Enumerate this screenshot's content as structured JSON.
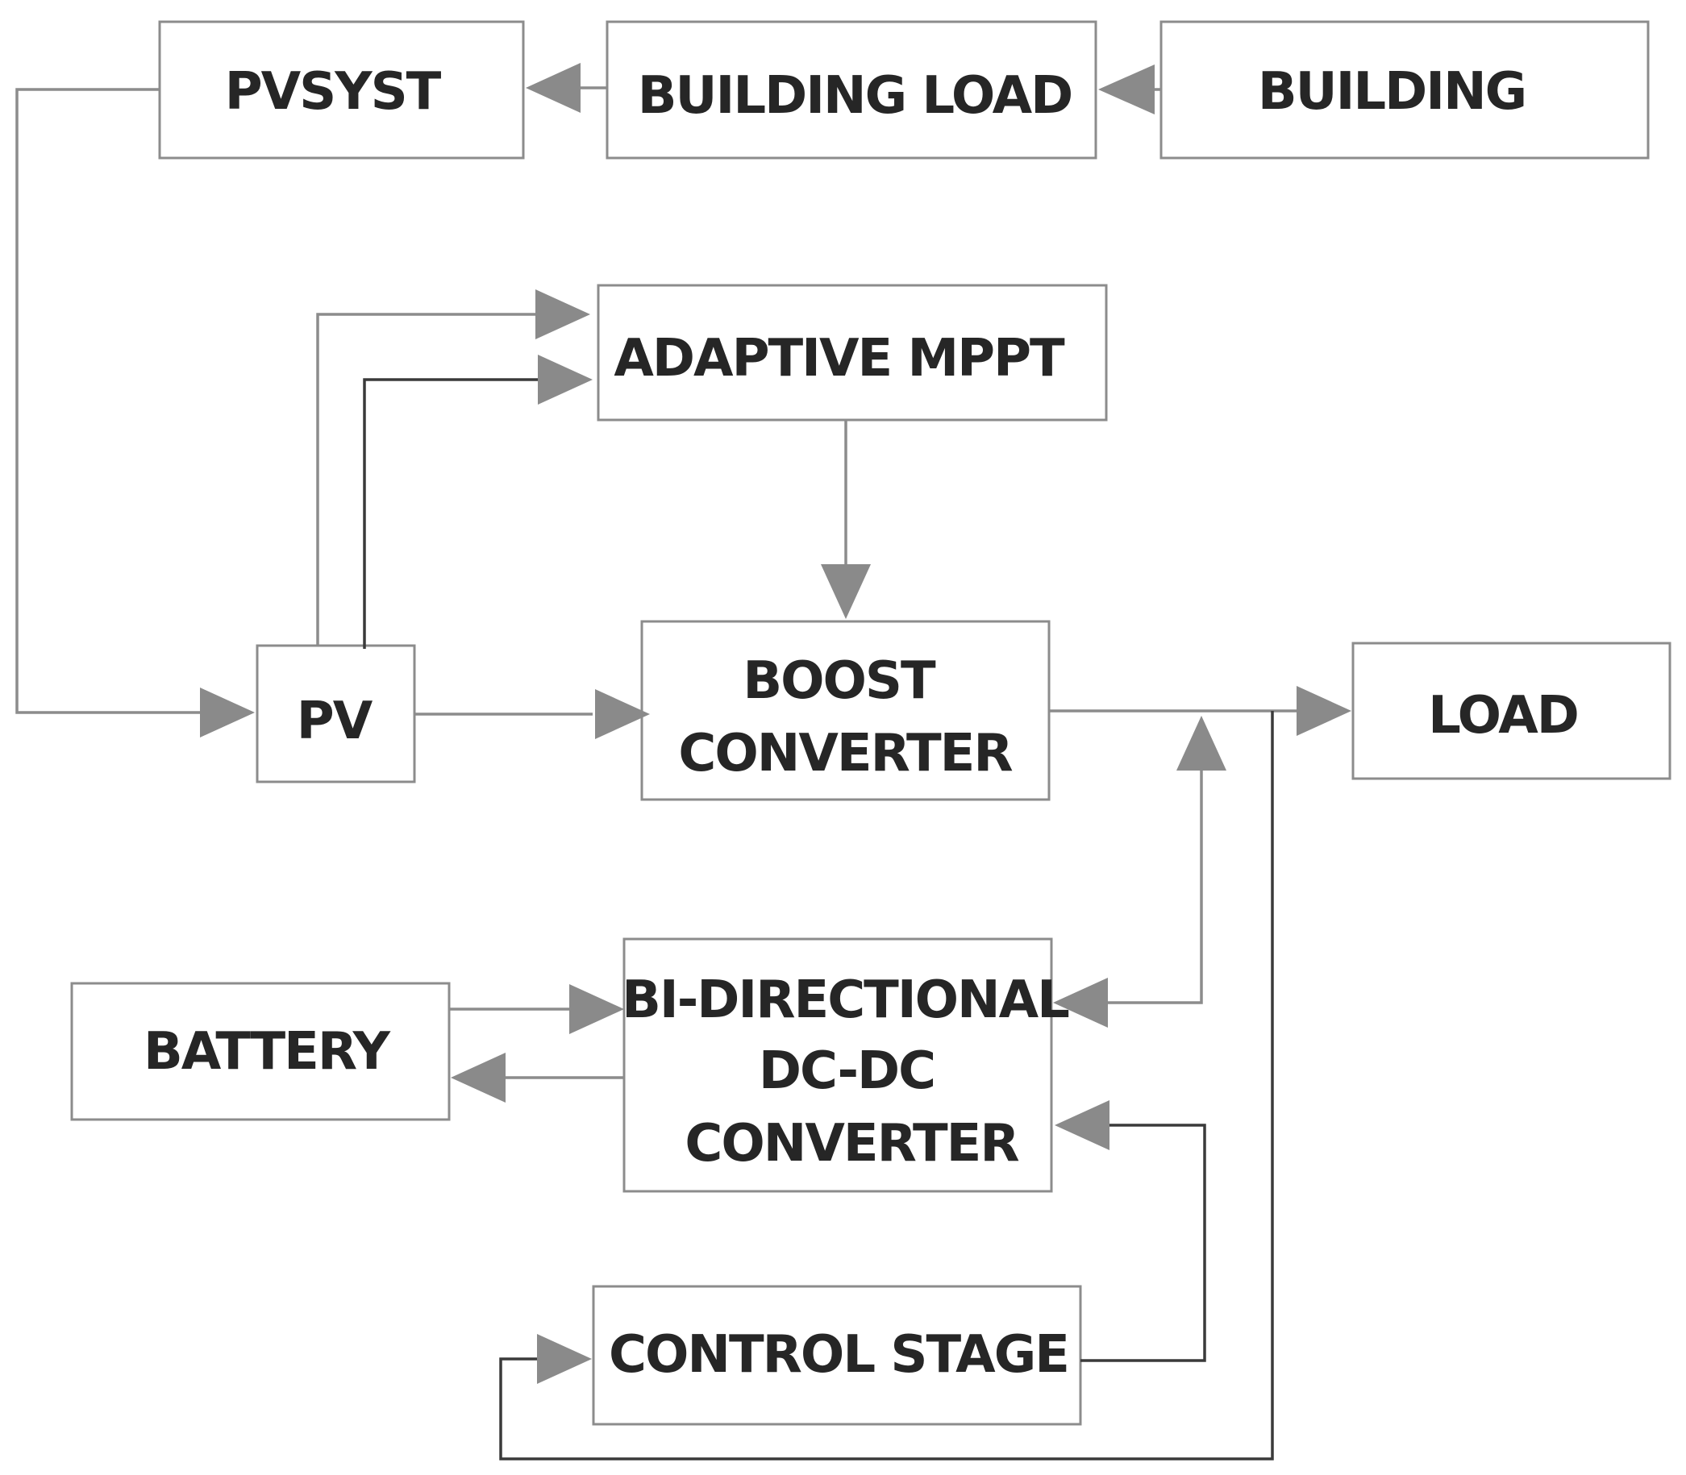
{
  "boxes": {
    "pvsyst": "PVSYST",
    "building_load": "BUILDING LOAD",
    "building": "BUILDING",
    "adaptive_mppt": "ADAPTIVE MPPT",
    "pv": "PV",
    "boost_converter": [
      "BOOST",
      "CONVERTER"
    ],
    "load": "LOAD",
    "battery": "BATTERY",
    "bidirectional_converter": [
      "BI-DIRECTIONAL",
      "DC-DC",
      "CONVERTER"
    ],
    "control_stage": "CONTROL STAGE"
  },
  "colors": {
    "box_border": "#8c8c8c",
    "connector": "#8c8c8c",
    "arrowhead": "#8a8a8a",
    "text": "#262626"
  }
}
